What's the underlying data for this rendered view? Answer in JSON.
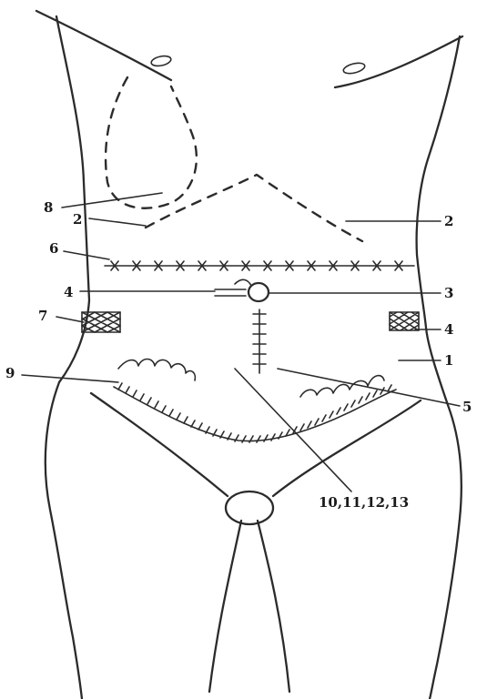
{
  "labels": {
    "l1": "1",
    "l2_left": "2",
    "l2_right": "2",
    "l3": "3",
    "l4_left": "4",
    "l4_right": "4",
    "l5": "5",
    "l6": "6",
    "l7": "7",
    "l8": "8",
    "l9": "9",
    "l10": "10,11,12,13"
  },
  "colors": {
    "ink": "#2b2b2b",
    "background": "#ffffff"
  }
}
